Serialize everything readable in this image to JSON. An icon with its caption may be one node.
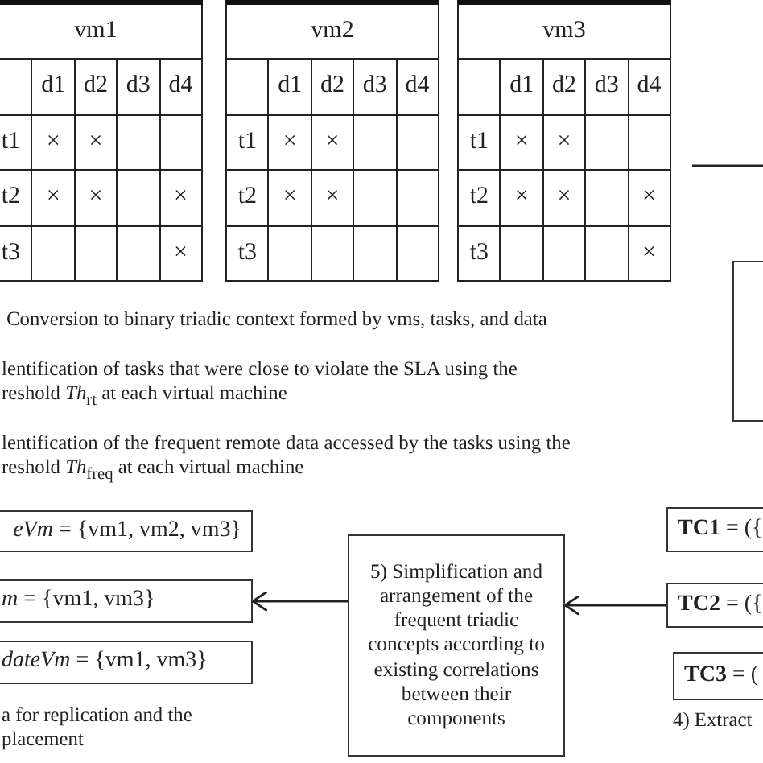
{
  "diagram": {
    "nodes": [
      {
        "text": [],
        "shape": "box"
      },
      {
        "text": [
          "*eVm* = {vm1, vm2, vm3}"
        ]
      },
      {
        "text": [
          "*m* = {vm1, vm3}"
        ]
      },
      {
        "text": [
          "*dateVm* = {vm1, vm3}"
        ]
      },
      {
        "text": [
          "5) Simplification and arrangement of the frequent triadic concepts according to existing correlations between their components"
        ]
      },
      {
        "text": [
          "**TC1** = ({"
        ]
      },
      {
        "text": [
          "**TC2** = ({"
        ]
      },
      {
        "text": [
          "**TC3** = ("
        ],
        "beside": [
          "4) Extract"
        ]
      }
    ],
    "edges": [
      {
        "from": 4,
        "to": 2,
        "arrow": "to"
      },
      {
        "from": 6,
        "to": 4,
        "arrow": "to"
      }
    ],
    "labels": [
      "vm1",
      "d1",
      "d2",
      "d3",
      "d4",
      "t1",
      "×",
      "×",
      "t2",
      "×",
      "×",
      "×",
      "t3",
      "×",
      "vm2",
      "d1",
      "d2",
      "d3",
      "d4",
      "t1",
      "×",
      "×",
      "t2",
      "×",
      "×",
      "t3",
      "vm3",
      "d1",
      "d2",
      "d3",
      "d4",
      "t1",
      "×",
      "×",
      "t2",
      "×",
      "×",
      "×",
      "t3",
      "×",
      "Conversion to binary triadic context formed by vms, tasks, and data",
      "lentification of tasks that were close to violate the SLA using the reshold *Th*$_{rt}$ at each virtual machine",
      "lentification of the frequent remote data accessed by the tasks using the reshold *Th*$_{freq}$ at each virtual machine",
      "a for replication and the placement"
    ]
  }
}
